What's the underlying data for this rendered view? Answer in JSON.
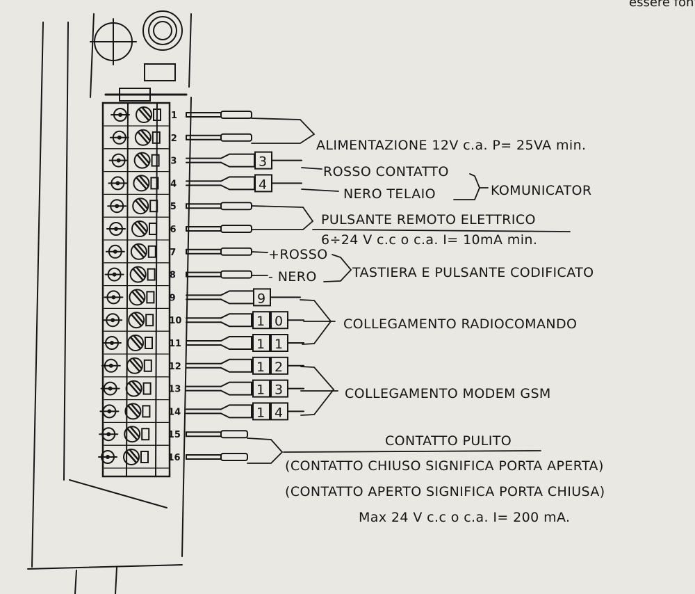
{
  "colors": {
    "paper": "#e9e8e3",
    "ink": "#161616"
  },
  "corner_text": "essere fonte",
  "terminals": [
    "1",
    "2",
    "3",
    "4",
    "5",
    "6",
    "7",
    "8",
    "9",
    "10",
    "11",
    "12",
    "13",
    "14",
    "15",
    "16"
  ],
  "connector_codes": {
    "c3": "3",
    "c4": "4",
    "c9": "9",
    "c10a": "1",
    "c10b": "0",
    "c11a": "1",
    "c11b": "1",
    "c12a": "1",
    "c12b": "2",
    "c13a": "1",
    "c13b": "3",
    "c14a": "1",
    "c14b": "4"
  },
  "labels": {
    "alimentazione": "ALIMENTAZIONE 12V c.a.  P= 25VA min.",
    "rosso_contatto": "ROSSO  CONTATTO",
    "nero_telaio": "NERO  TELAIO",
    "komunicator": "KOMUNICATOR",
    "pulsante_remoto": "PULSANTE REMOTO ELETTRICO",
    "pulsante_spec": "6÷24 V c.c o c.a.   I= 10mA min.",
    "plus_rosso": "+ROSSO",
    "minus_nero": "- NERO",
    "tastiera": "TASTIERA E PULSANTE CODIFICATO",
    "radiocomando": "COLLEGAMENTO RADIOCOMANDO",
    "modem_gsm": "COLLEGAMENTO MODEM GSM",
    "contatto_pulito": "CONTATTO PULITO",
    "contatto_chiuso": "(CONTATTO CHIUSO SIGNIFICA PORTA APERTA)",
    "contatto_aperto": "(CONTATTO APERTO SIGNIFICA PORTA CHIUSA)",
    "max_spec": "Max 24 V c.c o c.a.  I= 200 mA."
  }
}
